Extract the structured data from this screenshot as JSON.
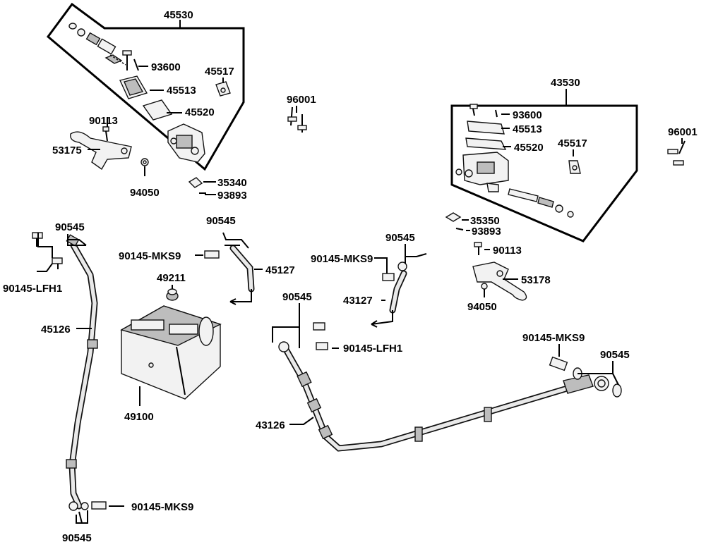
{
  "labels": {
    "l45530": "45530",
    "l93600a": "93600",
    "l45517a": "45517",
    "l45513a": "45513",
    "l45520a": "45520",
    "l90113a": "90113",
    "l53175": "53175",
    "l94050a": "94050",
    "l35340": "35340",
    "l93893a": "93893",
    "l96001a": "96001",
    "l43530": "43530",
    "l93600b": "93600",
    "l45513b": "45513",
    "l45520b": "45520",
    "l45517b": "45517",
    "l96001b": "96001",
    "l35350": "35350",
    "l93893b": "93893",
    "l90113b": "90113",
    "l53178": "53178",
    "l94050b": "94050",
    "l90545a": "90545",
    "l90145lfh1a": "90145-LFH1",
    "l45126": "45126",
    "l90545b": "90545",
    "l90145mks9a": "90145-MKS9",
    "l49211": "49211",
    "l45127": "45127",
    "l49100": "49100",
    "l90545c": "90545",
    "l90145mks9b": "90145-MKS9",
    "l43127": "43127",
    "l90545d": "90545",
    "l90145lfh1b": "90145-LFH1",
    "l90145mks9c": "90145-MKS9",
    "l90545e": "90545",
    "l43126": "43126",
    "l90145mks9d": "90145-MKS9",
    "l90545f": "90545"
  }
}
